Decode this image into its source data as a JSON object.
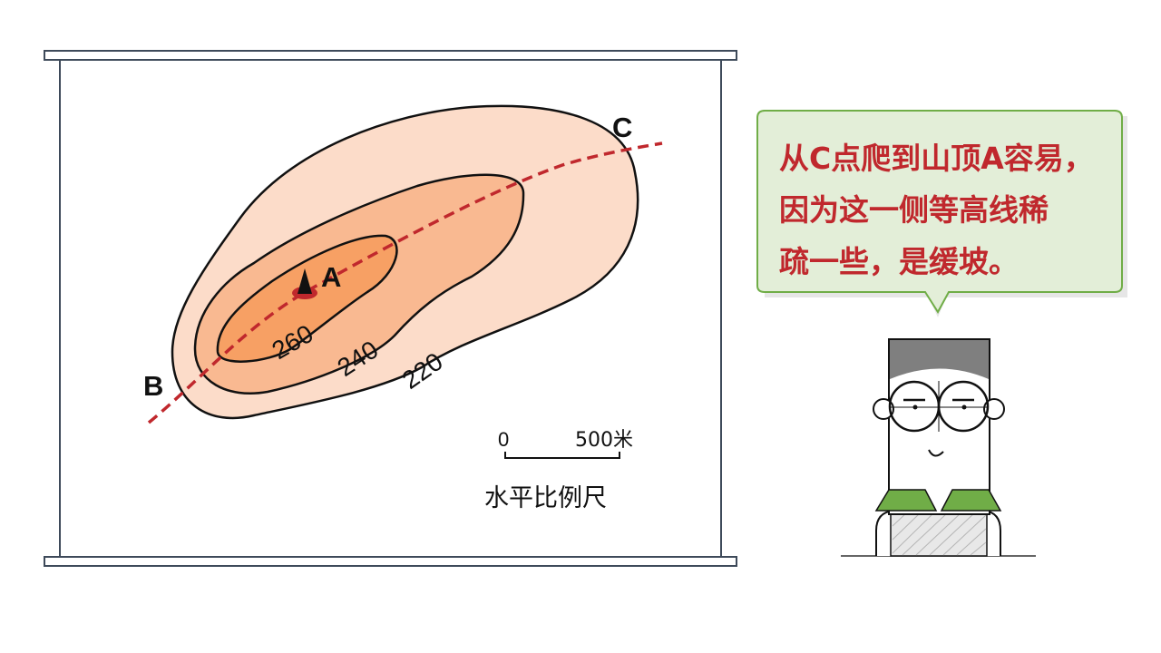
{
  "map": {
    "points": {
      "a": "A",
      "b": "B",
      "c": "C"
    },
    "contours": {
      "c260": "260",
      "c240": "240",
      "c220": "220"
    },
    "scale": {
      "zero": "0",
      "max": "500米",
      "caption": "水平比例尺"
    }
  },
  "speech": {
    "lines": [
      "从C点爬到山顶A容易，",
      "因为这一侧等高线稀",
      "疏一些，是缓坡。"
    ]
  },
  "colors": {
    "outer_fill": "#fcdcc9",
    "middle_fill": "#f9b991",
    "inner_fill": "#f7a064",
    "path_line": "#c0282d",
    "speech_text": "#c0282d",
    "bubble_fill": "#e3eed8",
    "bubble_border": "#70ad47",
    "collar": "#70ad47"
  }
}
